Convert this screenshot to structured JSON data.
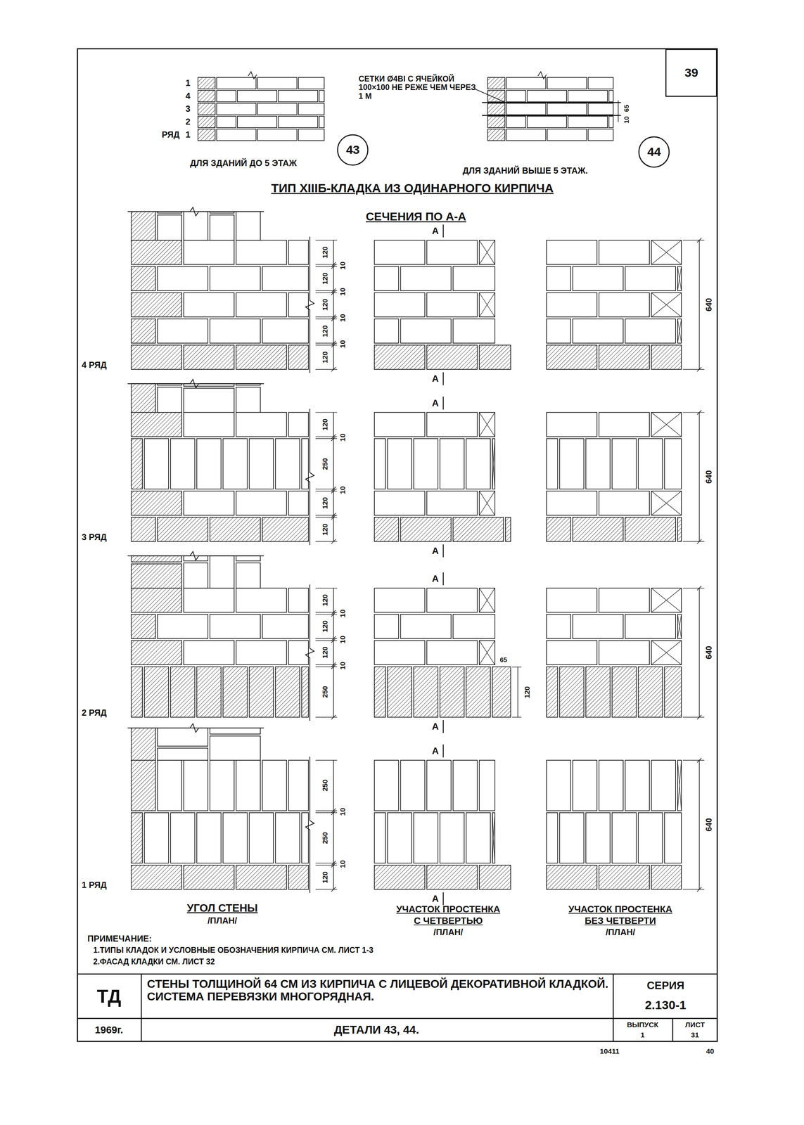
{
  "diagram": {
    "title": "ТИП XIIIБ-КЛАДКА ИЗ ОДИНАРНОГО КИРПИЧА",
    "nodes": [
      {
        "text": [
          "39"
        ]
      },
      {
        "text": [
          "43"
        ]
      },
      {
        "text": [
          "44"
        ]
      }
    ],
    "labels": [
      "1",
      "4",
      "3",
      "2",
      "РЯД",
      "1",
      "ДЛЯ ЗДАНИЙ ДО 5 ЭТАЖ",
      "СЕТКИ Ø4ВI С ЯЧЕЙКОЙ 100×100 НЕ РЕЖЕ ЧЕМ ЧЕРЕЗ 1 М",
      "10",
      "65",
      "ДЛЯ ЗДАНИЙ ВЫШЕ 5 ЭТАЖ.",
      "СЕЧЕНИЯ ПО А-А",
      "4 РЯД",
      "120",
      "10",
      "120",
      "10",
      "120",
      "10",
      "120",
      "10",
      "120",
      "А",
      "А",
      "640",
      "3 РЯД",
      "120",
      "10",
      "250",
      "10",
      "120",
      "120",
      "А",
      "А",
      "640",
      "2 РЯД",
      "120",
      "10",
      "120",
      "10",
      "120",
      "10",
      "250",
      "А",
      "А",
      "65",
      "120",
      "640",
      "1 РЯД",
      "250",
      "10",
      "250",
      "10",
      "120",
      "А",
      "А",
      "640",
      "УГОЛ СТЕНЫ",
      "/ПЛАН/",
      "УЧАСТОК ПРОСТЕНКА",
      "С ЧЕТВЕРТЬЮ",
      "/ПЛАН/",
      "УЧАСТОК ПРОСТЕНКА",
      "БЕЗ ЧЕТВЕРТИ",
      "/ПЛАН/",
      "ПРИМЕЧАНИЕ:",
      "1.ТИПЫ КЛАДОК И УСЛОВНЫЕ ОБОЗНАЧЕНИЯ КИРПИЧА СМ. ЛИСТ 1-3",
      "2.ФАСАД КЛАДКИ СМ. ЛИСТ 32",
      "ТД",
      "СТЕНЫ ТОЛЩИНОЙ 64 СМ ИЗ КИРПИЧА С ЛИЦЕВОЙ ДЕКОРАТИВНОЙ КЛАДКОЙ. СИСТЕМА ПЕРЕВЯЗКИ МНОГОРЯДНАЯ.",
      "СЕРИЯ",
      "2.130-1",
      "1969г.",
      "ДЕТАЛИ 43, 44.",
      "ВЫПУСК",
      "1",
      "ЛИСТ",
      "31",
      "10411",
      "40"
    ]
  }
}
